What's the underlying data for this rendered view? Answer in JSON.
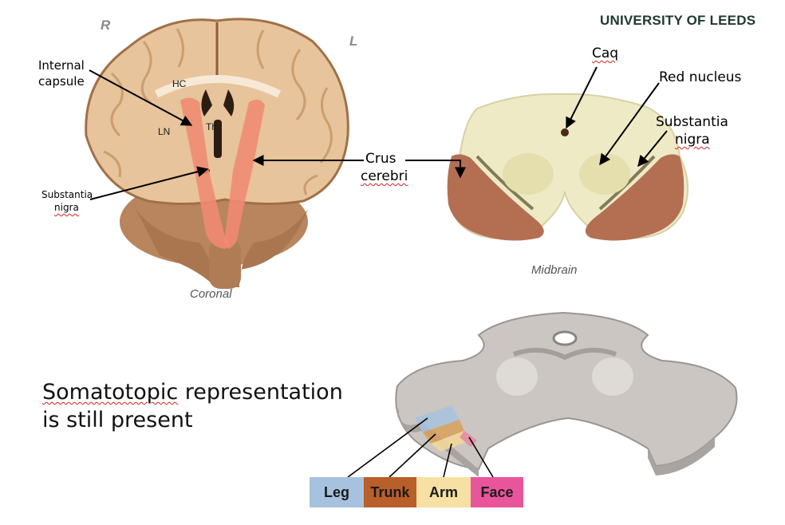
{
  "header": {
    "institution": "UNIVERSITY OF LEEDS"
  },
  "coronal_section": {
    "orientation_right": "R",
    "orientation_left": "L",
    "caption": "Coronal",
    "structure_labels": {
      "hc": "HC",
      "th": "Th",
      "ln": "LN"
    },
    "callout_internal_capsule_line1": "Internal",
    "callout_internal_capsule_line2": "capsule",
    "callout_substantia_line1": "Substantia",
    "callout_substantia_line2": "nigra"
  },
  "shared_callout": {
    "line1": "Crus",
    "line2": "cerebri"
  },
  "midbrain_section": {
    "caption": "Midbrain",
    "callout_caq": "Caq",
    "callout_red_nucleus": "Red nucleus",
    "callout_substantia_line1": "Substantia",
    "callout_substantia_line2": "nigra"
  },
  "somatotopy": {
    "headline_word1": "Somatotopic",
    "headline_rest": " representation",
    "headline_line2": "is still present"
  },
  "legend": [
    {
      "label": "Leg",
      "color": "#a7c2de"
    },
    {
      "label": "Trunk",
      "color": "#b85f2a"
    },
    {
      "label": "Arm",
      "color": "#f6e0a3"
    },
    {
      "label": "Face",
      "color": "#e8559a"
    }
  ]
}
